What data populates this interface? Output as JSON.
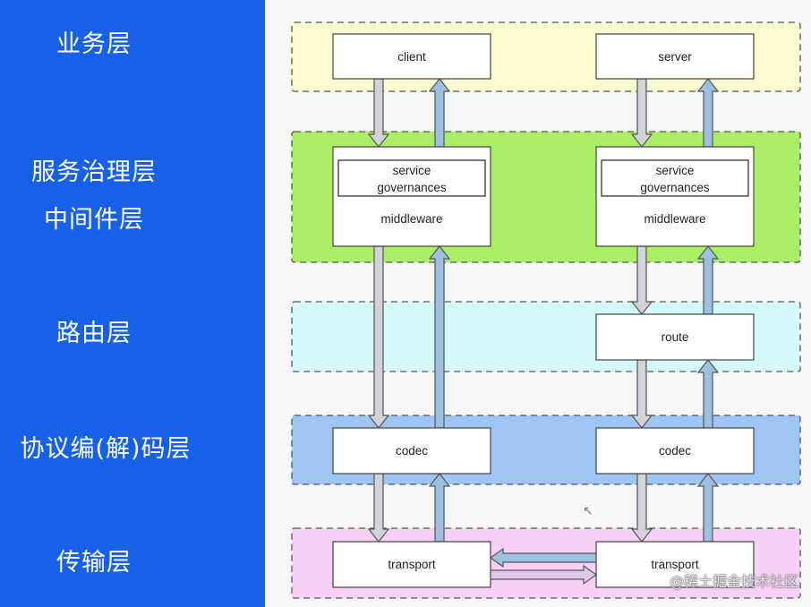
{
  "layers": {
    "business": "业务层",
    "governance": "服务治理层",
    "middleware": "中间件层",
    "routing": "路由层",
    "codec": "协议编(解)码层",
    "transport": "传输层"
  },
  "nodes": {
    "client": "client",
    "server": "server",
    "service_gov_line1": "service",
    "service_gov_line2": "governances",
    "middleware": "middleware",
    "route": "route",
    "codec": "codec",
    "transport": "transport"
  },
  "watermark": "@稀土掘金技术社区",
  "colors": {
    "sidebar": "#1761e8",
    "business_band": "#fbfbcf",
    "governance_band": "#aaee66",
    "routing_band": "#d4fafc",
    "codec_band": "#9fc5f4",
    "transport_band": "#f7d0f7",
    "arrow_down": "#d2d2d8",
    "arrow_up": "#9dbfe0"
  }
}
